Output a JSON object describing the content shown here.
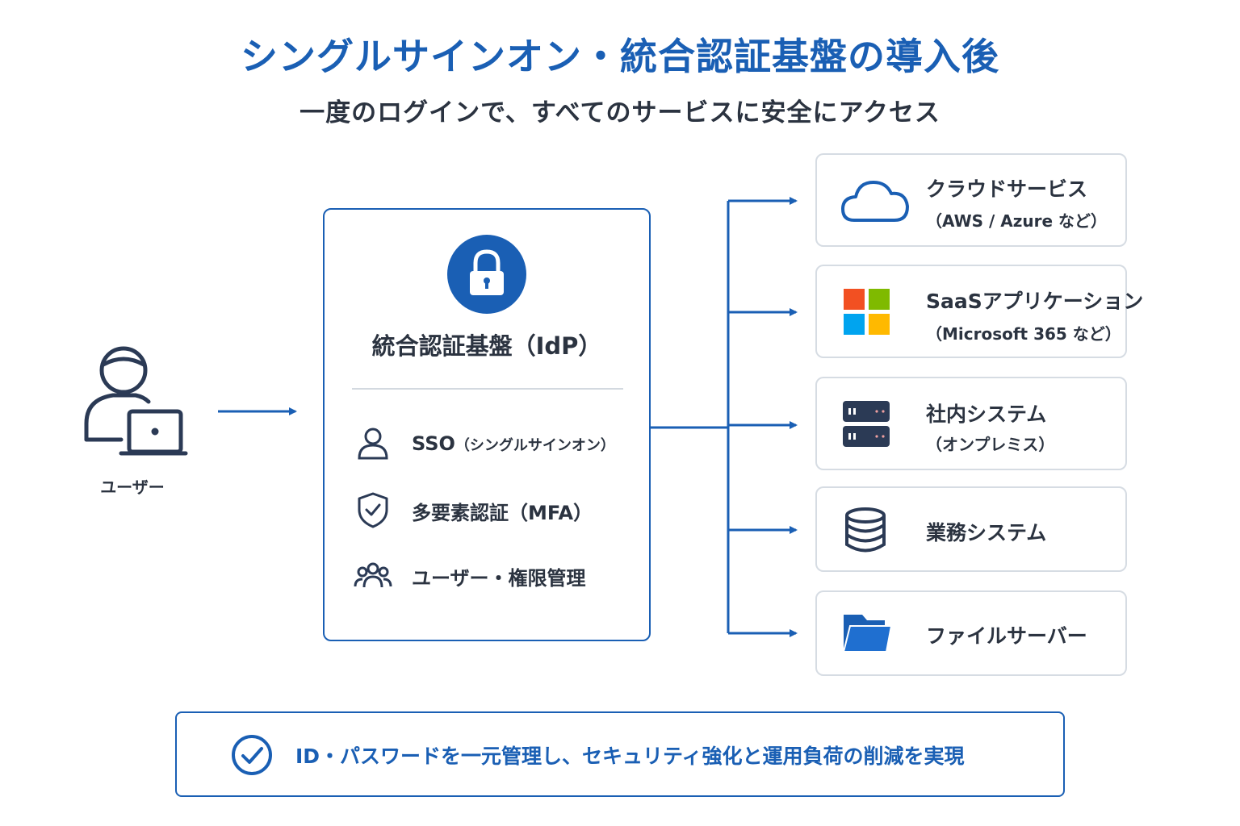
{
  "title": "シングルサインオン・統合認証基盤の導入後",
  "subtitle": "一度のログインで、すべてのサービスに安全にアクセス",
  "user": {
    "label": "ユーザー"
  },
  "idp": {
    "title": "統合認証基盤（IdP）",
    "features": [
      {
        "label": "SSO",
        "sub": "（シングルサインオン）"
      },
      {
        "label": "多要素認証（MFA）"
      },
      {
        "label": "ユーザー・権限管理"
      }
    ]
  },
  "services": [
    {
      "name": "クラウドサービス",
      "sub": "（AWS / Azure など）",
      "icon": "cloud-icon"
    },
    {
      "name": "SaaSアプリケーション",
      "sub": "（Microsoft 365 など）",
      "icon": "windows-grid-icon"
    },
    {
      "name": "社内システム",
      "sub": "（オンプレミス）",
      "icon": "server-icon"
    },
    {
      "name": "業務システム",
      "icon": "database-icon"
    },
    {
      "name": "ファイルサーバー",
      "icon": "folder-icon"
    }
  ],
  "footer": {
    "text": "ID・パスワードを一元管理し、セキュリティ強化と運用負荷の削減を実現",
    "icon": "check-circle-icon"
  },
  "colors": {
    "accent": "#1a5fb4",
    "text": "#2b3340",
    "card_border": "#d6dce3",
    "ms_red": "#f25022",
    "ms_green": "#7fba00",
    "ms_blue": "#00a4ef",
    "ms_yellow": "#ffb900"
  }
}
